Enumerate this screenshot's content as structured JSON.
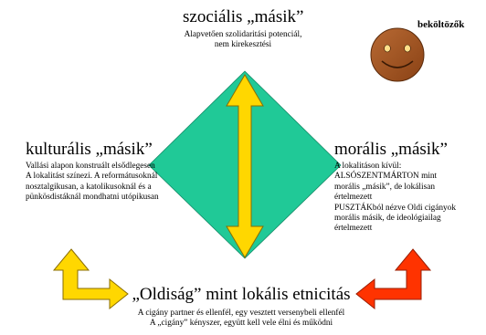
{
  "top": {
    "title": "szociális „másik”",
    "desc": [
      "Alapvetően szolidaritási potenciál,",
      "nem kirekesztési"
    ]
  },
  "left": {
    "title": "kulturális „másik”",
    "desc": [
      "Vallási alapon konstruált elsődlegesen",
      "A lokalitást színezi. A reformátusoknál",
      "nosztalgikusan, a katolikusoknál és a",
      "pünkösdistáknál mondhatni utópikusan"
    ]
  },
  "right": {
    "title": "morális „másik”",
    "desc": [
      "A lokalitáson kívül:",
      "ALSÓSZENTMÁRTON mint",
      "morális „másik”, de lokálisan",
      "értelmezett",
      "PUSZTÁKból nézve Oldi cigányok",
      "morális másik, de ideológiailag",
      "értelmezett"
    ]
  },
  "bottom": {
    "title": "„Oldiság” mint lokális etnicitás",
    "desc": [
      "A cigány partner és ellenfél, egy vesztett versenybeli ellenfél",
      "A „cigány” kényszer, együtt kell vele élni és működni"
    ]
  },
  "newcomers": {
    "label": "beköltözők",
    "icon": "smiley-face-icon"
  },
  "colors": {
    "diamond": "#20c997",
    "arrow_vertical": "#ffd700",
    "arrow_left": "#ffd700",
    "arrow_right": "#ff3300",
    "face": "#a0521f"
  }
}
